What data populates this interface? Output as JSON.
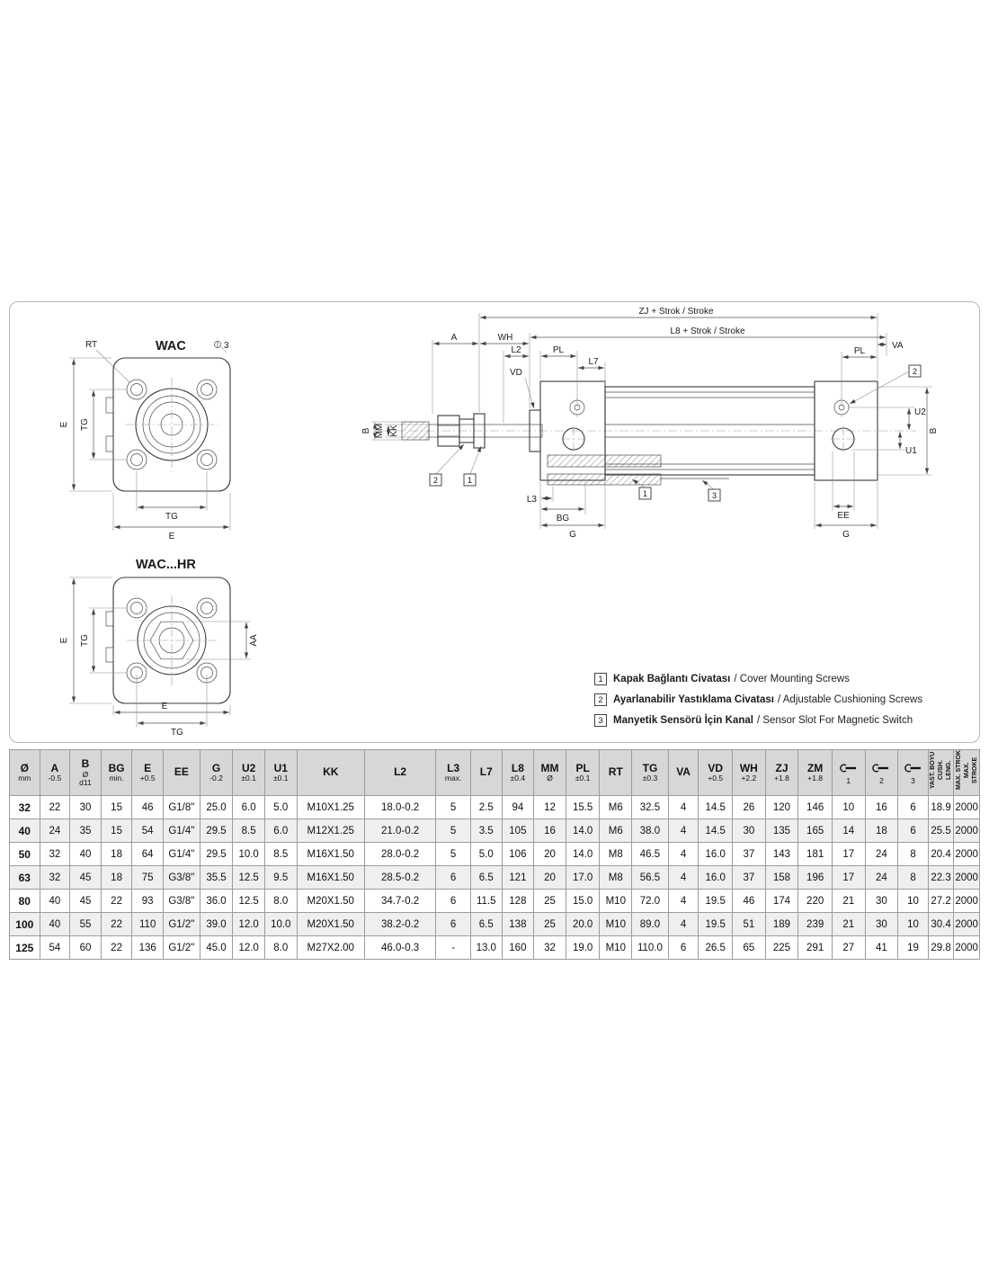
{
  "drawing": {
    "wac": {
      "title": "WAC"
    },
    "wac_hr": {
      "title": "WAC...HR"
    },
    "labels": {
      "rt": "RT",
      "screw3": "3",
      "e": "E",
      "tg": "TG",
      "aa": "AA",
      "zj": "ZJ + Strok / Stroke",
      "l8": "L8 + Strok / Stroke",
      "a": "A",
      "wh": "WH",
      "l2": "L2",
      "pl": "PL",
      "l7": "L7",
      "vd": "VD",
      "va": "VA",
      "u2": "U2",
      "u1": "U1",
      "b": "B",
      "mm": "MM",
      "kk": "KK",
      "l3": "L3",
      "bg": "BG",
      "g": "G",
      "ee": "EE",
      "c1": "1",
      "c2": "2",
      "c3": "3"
    },
    "legend": [
      {
        "num": "1",
        "tr": "Kapak Bağlantı Civatası",
        "en": "/ Cover Mounting Screws"
      },
      {
        "num": "2",
        "tr": "Ayarlanabilir Yastıklama Civatası",
        "en": "/ Adjustable Cushioning Screws"
      },
      {
        "num": "3",
        "tr": "Manyetik Sensörü İçin Kanal",
        "en": "/ Sensor Slot For Magnetic Switch"
      }
    ]
  },
  "table": {
    "headers": [
      {
        "main": "Ø",
        "sub": "mm"
      },
      {
        "main": "A",
        "sub": "-0.5"
      },
      {
        "main": "B",
        "sub": "Ø\nd11"
      },
      {
        "main": "BG",
        "sub": "min."
      },
      {
        "main": "E",
        "sub": "+0.5"
      },
      {
        "main": "EE",
        "sub": ""
      },
      {
        "main": "G",
        "sub": "-0.2"
      },
      {
        "main": "U2",
        "sub": "±0.1"
      },
      {
        "main": "U1",
        "sub": "±0.1"
      },
      {
        "main": "KK",
        "sub": ""
      },
      {
        "main": "L2",
        "sub": ""
      },
      {
        "main": "L3",
        "sub": "max."
      },
      {
        "main": "L7",
        "sub": ""
      },
      {
        "main": "L8",
        "sub": "±0.4"
      },
      {
        "main": "MM",
        "sub": "Ø"
      },
      {
        "main": "PL",
        "sub": "±0.1"
      },
      {
        "main": "RT",
        "sub": ""
      },
      {
        "main": "TG",
        "sub": "±0.3"
      },
      {
        "main": "VA",
        "sub": ""
      },
      {
        "main": "VD",
        "sub": "+0.5"
      },
      {
        "main": "WH",
        "sub": "+2.2"
      },
      {
        "main": "ZJ",
        "sub": "+1.8"
      },
      {
        "main": "ZM",
        "sub": "+1.8"
      },
      {
        "icon": "wrench",
        "main": "",
        "sub": "1"
      },
      {
        "icon": "wrench",
        "main": "",
        "sub": "2"
      },
      {
        "icon": "wrench",
        "main": "",
        "sub": "3"
      },
      {
        "main": "YAST. BOYU\nCUSH. LENG.",
        "vertical": true
      },
      {
        "main": "MAX. STROK\nMAX. STROKE",
        "vertical": true
      }
    ],
    "rows": [
      [
        "32",
        "22",
        "30",
        "15",
        "46",
        "G1/8\"",
        "25.0",
        "6.0",
        "5.0",
        "M10X1.25",
        "18.0-0.2",
        "5",
        "2.5",
        "94",
        "12",
        "15.5",
        "M6",
        "32.5",
        "4",
        "14.5",
        "26",
        "120",
        "146",
        "10",
        "16",
        "6",
        "18.9",
        "2000"
      ],
      [
        "40",
        "24",
        "35",
        "15",
        "54",
        "G1/4\"",
        "29.5",
        "8.5",
        "6.0",
        "M12X1.25",
        "21.0-0.2",
        "5",
        "3.5",
        "105",
        "16",
        "14.0",
        "M6",
        "38.0",
        "4",
        "14.5",
        "30",
        "135",
        "165",
        "14",
        "18",
        "6",
        "25.5",
        "2000"
      ],
      [
        "50",
        "32",
        "40",
        "18",
        "64",
        "G1/4\"",
        "29.5",
        "10.0",
        "8.5",
        "M16X1.50",
        "28.0-0.2",
        "5",
        "5.0",
        "106",
        "20",
        "14.0",
        "M8",
        "46.5",
        "4",
        "16.0",
        "37",
        "143",
        "181",
        "17",
        "24",
        "8",
        "20.4",
        "2000"
      ],
      [
        "63",
        "32",
        "45",
        "18",
        "75",
        "G3/8\"",
        "35.5",
        "12.5",
        "9.5",
        "M16X1.50",
        "28.5-0.2",
        "6",
        "6.5",
        "121",
        "20",
        "17.0",
        "M8",
        "56.5",
        "4",
        "16.0",
        "37",
        "158",
        "196",
        "17",
        "24",
        "8",
        "22.3",
        "2000"
      ],
      [
        "80",
        "40",
        "45",
        "22",
        "93",
        "G3/8\"",
        "36.0",
        "12.5",
        "8.0",
        "M20X1.50",
        "34.7-0.2",
        "6",
        "11.5",
        "128",
        "25",
        "15.0",
        "M10",
        "72.0",
        "4",
        "19.5",
        "46",
        "174",
        "220",
        "21",
        "30",
        "10",
        "27.2",
        "2000"
      ],
      [
        "100",
        "40",
        "55",
        "22",
        "110",
        "G1/2\"",
        "39.0",
        "12.0",
        "10.0",
        "M20X1.50",
        "38.2-0.2",
        "6",
        "6.5",
        "138",
        "25",
        "20.0",
        "M10",
        "89.0",
        "4",
        "19.5",
        "51",
        "189",
        "239",
        "21",
        "30",
        "10",
        "30.4",
        "2000"
      ],
      [
        "125",
        "54",
        "60",
        "22",
        "136",
        "G1/2\"",
        "45.0",
        "12.0",
        "8.0",
        "M27X2.00",
        "46.0-0.3",
        "-",
        "13.0",
        "160",
        "32",
        "19.0",
        "M10",
        "110.0",
        "6",
        "26.5",
        "65",
        "225",
        "291",
        "27",
        "41",
        "19",
        "29.8",
        "2000"
      ]
    ]
  }
}
